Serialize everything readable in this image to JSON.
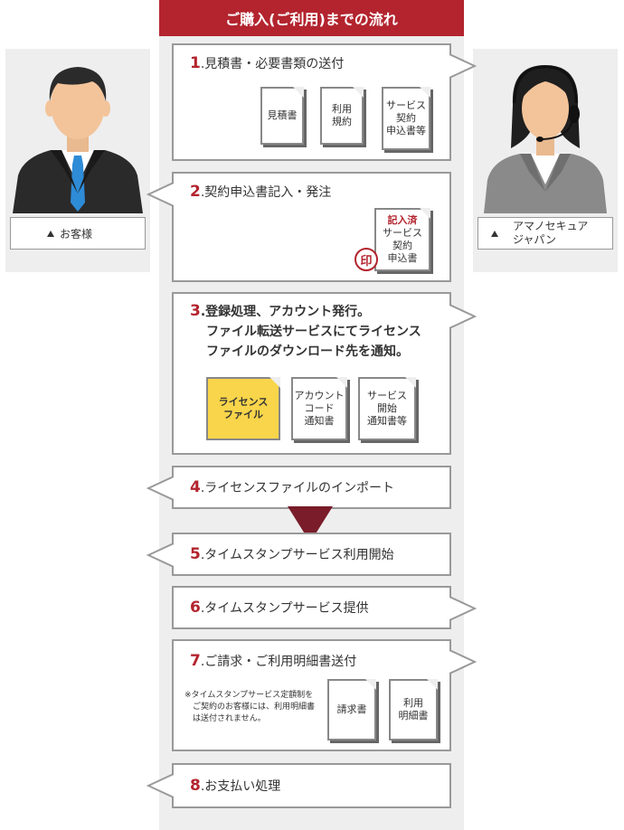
{
  "header": {
    "title": "ご購入(ご利用)までの流れ"
  },
  "customer": {
    "label": "お客様"
  },
  "vendor": {
    "label": "アマノセキュア\nジャパン"
  },
  "steps": [
    {
      "num": "1",
      "title": ".見積書・必要書類の送付",
      "docs": [
        "見積書",
        "利用\n規約",
        "サービス\n契約\n申込書等"
      ]
    },
    {
      "num": "2",
      "title": ".契約申込書記入・発注",
      "doc": {
        "stamp": "記入済",
        "text": "サービス\n契約\n申込書"
      },
      "seal": "印"
    },
    {
      "num": "3",
      "title_lines": [
        ".登録処理、アカウント発行。",
        "ファイル転送サービスにてライセンス",
        "ファイルのダウンロード先を通知。"
      ],
      "docs": [
        "ライセンス\nファイル",
        "アカウント\nコード\n通知書",
        "サービス\n開始\n通知書等"
      ]
    },
    {
      "num": "4",
      "title": ".ライセンスファイルのインポート"
    },
    {
      "num": "5",
      "title": ".タイムスタンプサービス利用開始"
    },
    {
      "num": "6",
      "title": ".タイムスタンプサービス提供"
    },
    {
      "num": "7",
      "title": ".ご請求・ご利用明細書送付",
      "note": "※タイムスタンプサービス定額制を\n　ご契約のお客様には、利用明細書\n　は送付されません。",
      "docs": [
        "請求書",
        "利用\n明細書"
      ]
    },
    {
      "num": "8",
      "title": ".お支払い処理"
    }
  ],
  "colors": {
    "accent": "#b3242e",
    "panel": "#eeeeee",
    "border": "#999999",
    "license": "#f8d54a"
  }
}
